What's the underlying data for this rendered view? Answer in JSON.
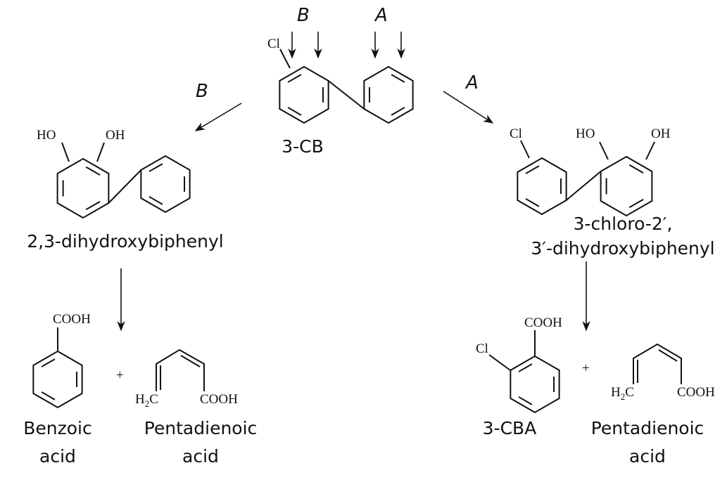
{
  "pathways": {
    "a": "A",
    "b": "B"
  },
  "compounds": {
    "start": {
      "name": "3-CB",
      "substituent": "Cl"
    },
    "b_product": {
      "name": "2,3-dihydroxybiphenyl",
      "ho": "HO",
      "oh": "OH"
    },
    "a_product": {
      "name_line1": "3-chloro-2′,",
      "name_line2": "3′-dihydroxybiphenyl",
      "cl": "Cl",
      "ho": "HO",
      "oh": "OH"
    },
    "benzoic": {
      "name_line1": "Benzoic",
      "name_line2": "acid",
      "cooh": "COOH"
    },
    "cba": {
      "name": "3-CBA",
      "cooh": "COOH",
      "cl": "Cl"
    },
    "penta_left": {
      "name_line1": "Pentadienoic",
      "name_line2": "acid",
      "h2c": "H",
      "h2c_sub": "2",
      "h2c_c": "C",
      "cooh": "COOH"
    },
    "penta_right": {
      "name_line1": "Pentadienoic",
      "name_line2": "acid",
      "h2c": "H",
      "h2c_sub": "2",
      "h2c_c": "C",
      "cooh": "COOH"
    },
    "plus": "+"
  }
}
